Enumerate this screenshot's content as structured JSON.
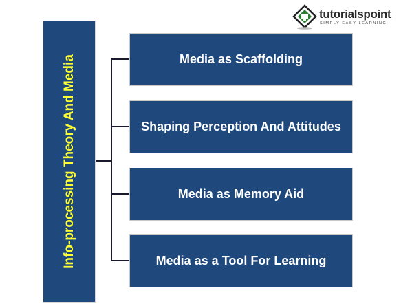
{
  "logo": {
    "name": "tutorialspoint",
    "tagline": "SIMPLY EASY LEARNING"
  },
  "diagram": {
    "root": "Info-processing Theory And Media",
    "children": [
      "Media as Scaffolding",
      "Shaping Perception And Attitudes",
      "Media as Memory Aid",
      "Media as a Tool For Learning"
    ],
    "colors": {
      "box_fill": "#1f497d",
      "root_text": "#ffff33",
      "child_text": "#ffffff",
      "connector": "#1a1a2e"
    }
  }
}
